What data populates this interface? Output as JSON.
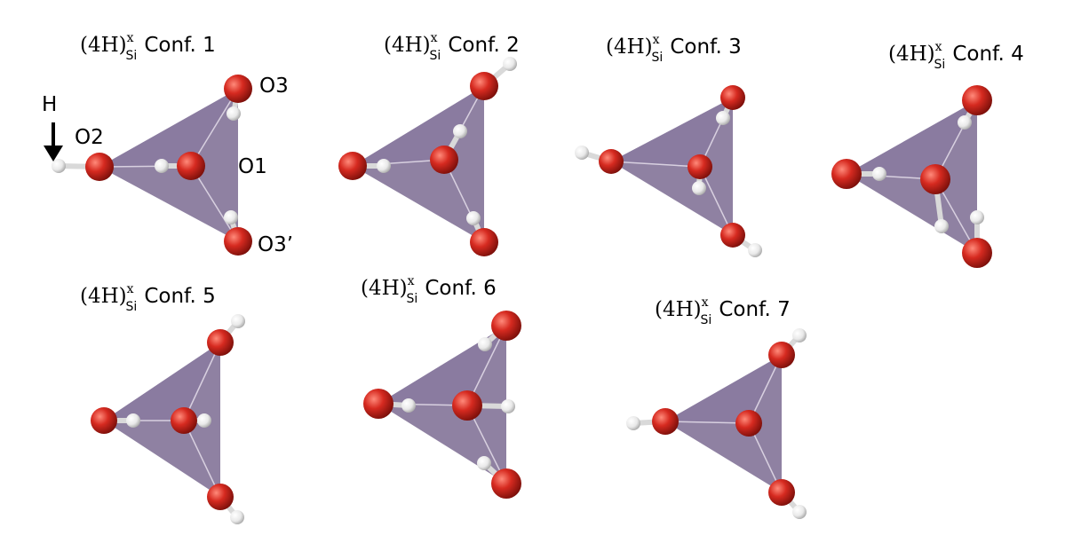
{
  "colors": {
    "oxygen": "#d62a20",
    "hydrogen": "#f2f2f2",
    "tetrahedron": "#7b6b92",
    "background": "#ffffff"
  },
  "configs": [
    {
      "title_main": "(4H)",
      "title_sup": "x",
      "title_sub": "Si",
      "title_conf": "Conf. 1"
    },
    {
      "title_main": "(4H)",
      "title_sup": "x",
      "title_sub": "Si",
      "title_conf": "Conf. 2"
    },
    {
      "title_main": "(4H)",
      "title_sup": "x",
      "title_sub": "Si",
      "title_conf": "Conf. 3"
    },
    {
      "title_main": "(4H)",
      "title_sup": "x",
      "title_sub": "Si",
      "title_conf": "Conf. 4"
    },
    {
      "title_main": "(4H)",
      "title_sup": "x",
      "title_sub": "Si",
      "title_conf": "Conf. 5"
    },
    {
      "title_main": "(4H)",
      "title_sup": "x",
      "title_sub": "Si",
      "title_conf": "Conf. 6"
    },
    {
      "title_main": "(4H)",
      "title_sup": "x",
      "title_sub": "Si",
      "title_conf": "Conf. 7"
    }
  ],
  "atom_labels": {
    "h": "H",
    "o1": "O1",
    "o2": "O2",
    "o3": "O3",
    "o3p": "O3’"
  }
}
